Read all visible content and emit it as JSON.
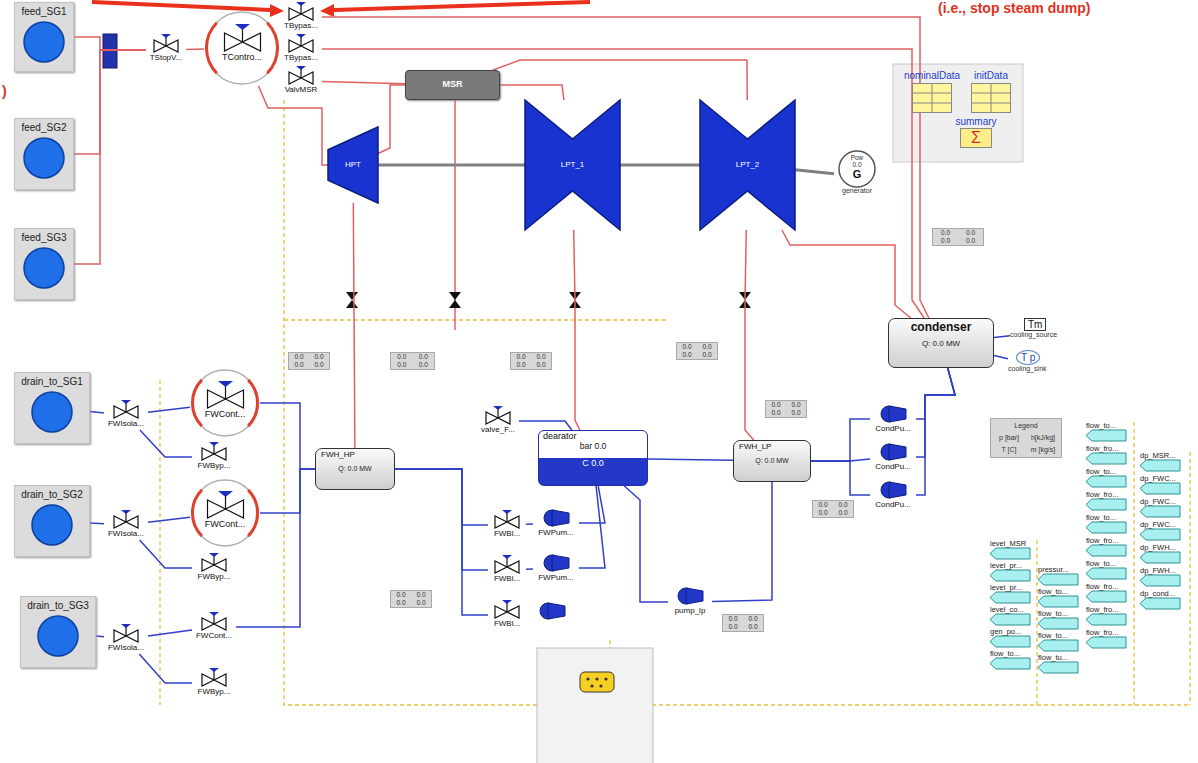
{
  "diagram": {
    "nodes": [
      {
        "text": [
          "feed_SG1"
        ]
      },
      {
        "text": [
          "feed_SG2"
        ]
      },
      {
        "text": [
          "feed_SG3"
        ]
      },
      {
        "text": [
          "drain_to_SG1"
        ]
      },
      {
        "text": [
          "drain_to_SG2"
        ]
      },
      {
        "text": [
          "drain_to_SG3"
        ]
      },
      {
        "text": [
          "TStopV..."
        ]
      },
      {
        "text": [
          "TContro..."
        ]
      },
      {
        "text": [
          "TBypas..."
        ]
      },
      {
        "text": [
          "TBypas..."
        ]
      },
      {
        "text": [
          "ValvMSR"
        ]
      },
      {
        "text": [
          "HPT"
        ]
      },
      {
        "text": [
          "MSR"
        ]
      },
      {
        "text": [
          "LPT_1"
        ]
      },
      {
        "text": [
          "LPT_2"
        ]
      },
      {
        "text": [
          "Pow",
          "0.0",
          "G",
          "generator"
        ]
      },
      {
        "text": [
          "condenser",
          "Q: 0.0 MW"
        ]
      },
      {
        "text": [
          "Tm",
          "cooling_source"
        ]
      },
      {
        "text": [
          "T p",
          "cooling_sink"
        ]
      },
      {
        "text": [
          "FWH_HP",
          "Q: 0.0 MW"
        ]
      },
      {
        "text": [
          "dearator",
          "bar 0.0",
          "C 0.0"
        ]
      },
      {
        "text": [
          "FWH_LP",
          "Q: 0.0 MW"
        ]
      },
      {
        "text": [
          "valve_F..."
        ]
      },
      {
        "text": [
          "CondPu..."
        ]
      },
      {
        "text": [
          "CondPu..."
        ]
      },
      {
        "text": [
          "CondPu..."
        ]
      },
      {
        "text": [
          "FWPum..."
        ]
      },
      {
        "text": [
          "FWPum..."
        ]
      },
      {
        "text": [
          "FWBl..."
        ]
      },
      {
        "text": [
          "FWBl..."
        ]
      },
      {
        "text": [
          "FWBl..."
        ]
      },
      {
        "text": [
          "pump_lp"
        ]
      },
      {
        "text": [
          "FWIsola..."
        ]
      },
      {
        "text": [
          "FWIsola..."
        ]
      },
      {
        "text": [
          "FWIsola..."
        ]
      },
      {
        "text": [
          "FWCont..."
        ]
      },
      {
        "text": [
          "FWCont..."
        ]
      },
      {
        "text": [
          "FWCont..."
        ]
      },
      {
        "text": [
          "FWByp..."
        ]
      },
      {
        "text": [
          "FWByp..."
        ]
      },
      {
        "text": [
          "FWByp..."
        ]
      },
      {
        "text": [
          "nominalData"
        ]
      },
      {
        "text": [
          "initData"
        ]
      },
      {
        "text": [
          "summary",
          "Σ"
        ]
      },
      {
        "text": [
          "Legend",
          "p [bar]",
          "h[kJ/kg]",
          "T [C]",
          "m [kg/s]"
        ]
      },
      {
        "text": [
          "0.0",
          "0.0",
          "0.0",
          "0.0"
        ]
      },
      {
        "text": [
          "0.0",
          "0.0",
          "0.0",
          "0.0"
        ]
      },
      {
        "text": [
          "0.0",
          "0.0",
          "0.0",
          "0.0"
        ]
      },
      {
        "text": [
          "0.0",
          "0.0",
          "0.0",
          "0.0"
        ]
      },
      {
        "text": [
          "0.0",
          "0.0",
          "0.0",
          "0.0"
        ]
      },
      {
        "text": [
          "0.0",
          "0.0",
          "0.0",
          "0.0"
        ]
      },
      {
        "text": [
          "0.0",
          "0.0",
          "0.0",
          "0.0"
        ]
      },
      {
        "text": [
          "0.0",
          "0.0",
          "0.0",
          "0.0"
        ]
      },
      {
        "text": [
          "0.0",
          "0.0",
          "0.0",
          "0.0"
        ]
      },
      {
        "text": [
          "level_MSR"
        ]
      },
      {
        "text": [
          "level_pr..."
        ]
      },
      {
        "text": [
          "level_pr..."
        ]
      },
      {
        "text": [
          "level_co..."
        ]
      },
      {
        "text": [
          "gen_po..."
        ]
      },
      {
        "text": [
          "flow_to..."
        ]
      },
      {
        "text": [
          "pressur..."
        ]
      },
      {
        "text": [
          "flow_to..."
        ]
      },
      {
        "text": [
          "flow_to..."
        ]
      },
      {
        "text": [
          "flow_to..."
        ]
      },
      {
        "text": [
          "flow_tu..."
        ]
      },
      {
        "text": [
          "flow_to..."
        ]
      },
      {
        "text": [
          "flow_fro..."
        ]
      },
      {
        "text": [
          "flow_to..."
        ]
      },
      {
        "text": [
          "flow_fro..."
        ]
      },
      {
        "text": [
          "flow_to..."
        ]
      },
      {
        "text": [
          "flow_fro..."
        ]
      },
      {
        "text": [
          "flow_to..."
        ]
      },
      {
        "text": [
          "flow_fro..."
        ]
      },
      {
        "text": [
          "flow_fro..."
        ]
      },
      {
        "text": [
          "flow_fro..."
        ]
      },
      {
        "text": [
          "dp_MSR..."
        ]
      },
      {
        "text": [
          "dp_FWC..."
        ]
      },
      {
        "text": [
          "dp_FWC..."
        ]
      },
      {
        "text": [
          "dp_FWC..."
        ]
      },
      {
        "text": [
          "dp_FWH..."
        ]
      },
      {
        "text": [
          "dp_FWH..."
        ]
      },
      {
        "text": [
          "dp_cond..."
        ]
      }
    ],
    "edges": [
      {
        "from": 0,
        "to": 6,
        "arrow": "none"
      },
      {
        "from": 1,
        "to": 6,
        "arrow": "none"
      },
      {
        "from": 2,
        "to": 6,
        "arrow": "none"
      },
      {
        "from": 6,
        "to": 7,
        "arrow": "none"
      },
      {
        "from": 7,
        "to": 11,
        "arrow": "none"
      },
      {
        "from": 11,
        "to": 12,
        "arrow": "none"
      },
      {
        "from": 12,
        "to": 13,
        "arrow": "none"
      },
      {
        "from": 12,
        "to": 14,
        "arrow": "none"
      },
      {
        "from": 8,
        "to": 16,
        "arrow": "none"
      },
      {
        "from": 9,
        "to": 16,
        "arrow": "none"
      },
      {
        "from": 10,
        "to": 12,
        "arrow": "none"
      },
      {
        "from": 11,
        "to": 13,
        "arrow": "none"
      },
      {
        "from": 13,
        "to": 14,
        "arrow": "none"
      },
      {
        "from": 14,
        "to": 15,
        "arrow": "none"
      },
      {
        "from": 14,
        "to": 16,
        "arrow": "none"
      },
      {
        "from": 16,
        "to": 23,
        "arrow": "none"
      },
      {
        "from": 16,
        "to": 24,
        "arrow": "none"
      },
      {
        "from": 16,
        "to": 25,
        "arrow": "none"
      },
      {
        "from": 23,
        "to": 21,
        "arrow": "none"
      },
      {
        "from": 24,
        "to": 21,
        "arrow": "none"
      },
      {
        "from": 25,
        "to": 21,
        "arrow": "none"
      },
      {
        "from": 21,
        "to": 20,
        "arrow": "none"
      },
      {
        "from": 21,
        "to": 31,
        "arrow": "none"
      },
      {
        "from": 31,
        "to": 20,
        "arrow": "none"
      },
      {
        "from": 20,
        "to": 26,
        "arrow": "none"
      },
      {
        "from": 20,
        "to": 27,
        "arrow": "none"
      },
      {
        "from": 26,
        "to": 28,
        "arrow": "none"
      },
      {
        "from": 27,
        "to": 29,
        "arrow": "none"
      },
      {
        "from": 28,
        "to": 19,
        "arrow": "none"
      },
      {
        "from": 29,
        "to": 19,
        "arrow": "none"
      },
      {
        "from": 30,
        "to": 19,
        "arrow": "none"
      },
      {
        "from": 19,
        "to": 35,
        "arrow": "none"
      },
      {
        "from": 19,
        "to": 36,
        "arrow": "none"
      },
      {
        "from": 19,
        "to": 37,
        "arrow": "none"
      },
      {
        "from": 3,
        "to": 32,
        "arrow": "none"
      },
      {
        "from": 32,
        "to": 35,
        "arrow": "none"
      },
      {
        "from": 4,
        "to": 33,
        "arrow": "none"
      },
      {
        "from": 33,
        "to": 36,
        "arrow": "none"
      },
      {
        "from": 5,
        "to": 34,
        "arrow": "none"
      },
      {
        "from": 34,
        "to": 37,
        "arrow": "none"
      },
      {
        "from": 32,
        "to": 38,
        "arrow": "none"
      },
      {
        "from": 33,
        "to": 39,
        "arrow": "none"
      },
      {
        "from": 34,
        "to": 40,
        "arrow": "none"
      },
      {
        "from": 22,
        "to": 20,
        "arrow": "none"
      },
      {
        "from": 17,
        "to": 16,
        "arrow": "none"
      },
      {
        "from": 16,
        "to": 18,
        "arrow": "none"
      },
      {
        "from": 11,
        "to": 19,
        "arrow": "none"
      },
      {
        "from": 13,
        "to": 20,
        "arrow": "none"
      },
      {
        "from": 14,
        "to": 21,
        "arrow": "none"
      }
    ],
    "labels": [
      "(i.e., stop steam dump)",
      ")"
    ]
  }
}
